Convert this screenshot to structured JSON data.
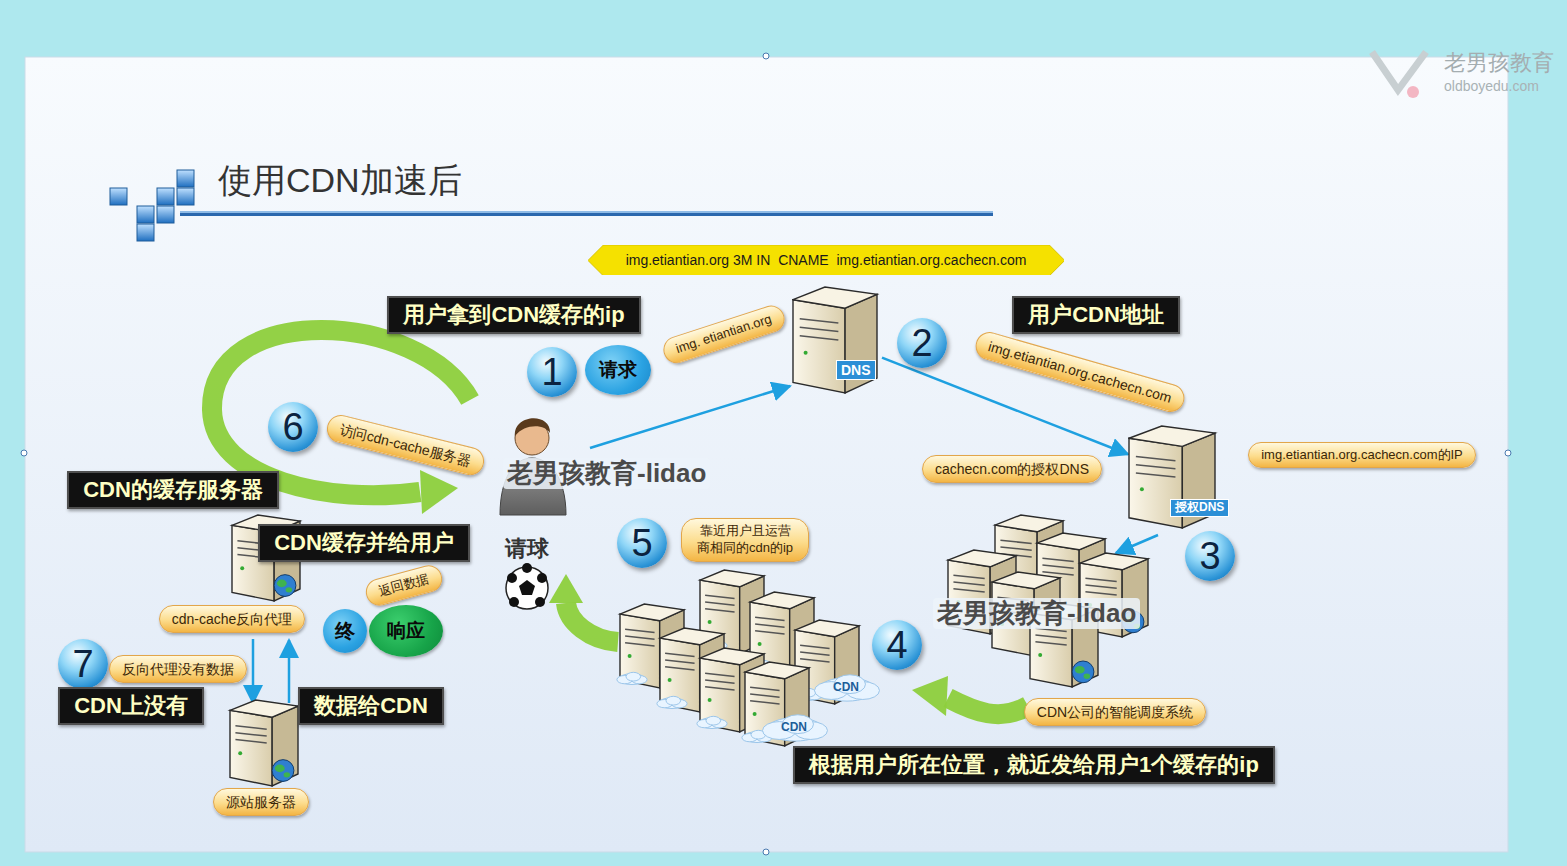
{
  "diagram": {
    "title": "使用CDN加速后",
    "nodes": [
      {
        "text": [
          "img.etiantian.org 3M IN  CNAME  img.etiantian.org.cachecn.com"
        ]
      },
      {
        "text": [
          "用户拿到CDN缓存的ip"
        ]
      },
      {
        "text": [
          "1"
        ]
      },
      {
        "text": [
          "请求"
        ]
      },
      {
        "text": [
          "img. etiantian.org"
        ]
      },
      {
        "text": [
          "DNS"
        ]
      },
      {
        "text": [
          "2"
        ]
      },
      {
        "text": [
          "用户CDN地址"
        ]
      },
      {
        "text": [
          "img.etiantian.org.cachecn.com"
        ]
      },
      {
        "text": [
          "授权DNS"
        ]
      },
      {
        "text": [
          "img.etiantian.org.cachecn.com的IP"
        ]
      },
      {
        "text": [
          "cachecn.com的授权DNS"
        ]
      },
      {
        "text": [
          "6"
        ]
      },
      {
        "text": [
          "访问cdn-cache服务器"
        ]
      },
      {
        "text": [
          "CDN的缓存服务器"
        ]
      },
      {
        "text": [
          "5"
        ]
      },
      {
        "text": [
          "靠近用户且运营商相同的cdn的ip"
        ]
      },
      {
        "text": [
          "3"
        ]
      },
      {
        "text": [
          "CDN缓存并给用户"
        ]
      },
      {
        "text": [
          "返回数据"
        ]
      },
      {
        "text": [
          "cdn-cache反向代理"
        ]
      },
      {
        "text": [
          "终"
        ]
      },
      {
        "text": [
          "响应"
        ]
      },
      {
        "text": [
          "4"
        ]
      },
      {
        "text": [
          "7"
        ]
      },
      {
        "text": [
          "反向代理没有数据"
        ]
      },
      {
        "text": [
          "CDN上没有"
        ]
      },
      {
        "text": [
          "数据给CDN"
        ]
      },
      {
        "text": [
          "CDN公司的智能调度系统"
        ]
      },
      {
        "text": [
          "根据用户所在位置，就近发给用户1个缓存的ip"
        ]
      },
      {
        "text": [
          "源站服务器"
        ]
      }
    ],
    "edges": [
      {
        "from": 5,
        "to": 9,
        "arrow": "to"
      }
    ],
    "labels": [
      "老男孩教育-lidao",
      "请球",
      "老男孩教育-lidao",
      "CDN",
      "CDN",
      "老男孩教育",
      "oldboyedu.com"
    ]
  }
}
